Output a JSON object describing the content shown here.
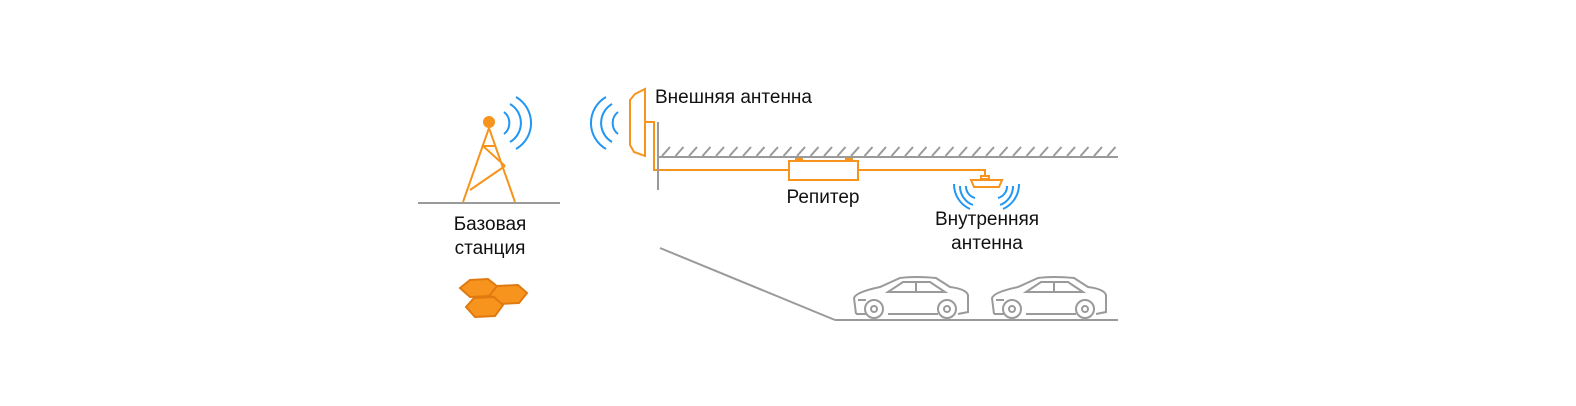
{
  "labels": {
    "base_station": [
      "Базовая",
      "станция"
    ],
    "outdoor_antenna": "Внешняя антенна",
    "repeater": "Репитер",
    "indoor_antenna": [
      "Внутренняя",
      "антенна"
    ]
  },
  "colors": {
    "orange": "#f7941d",
    "blue": "#2196f3",
    "gray": "#9a9a9a",
    "text": "#111111"
  }
}
